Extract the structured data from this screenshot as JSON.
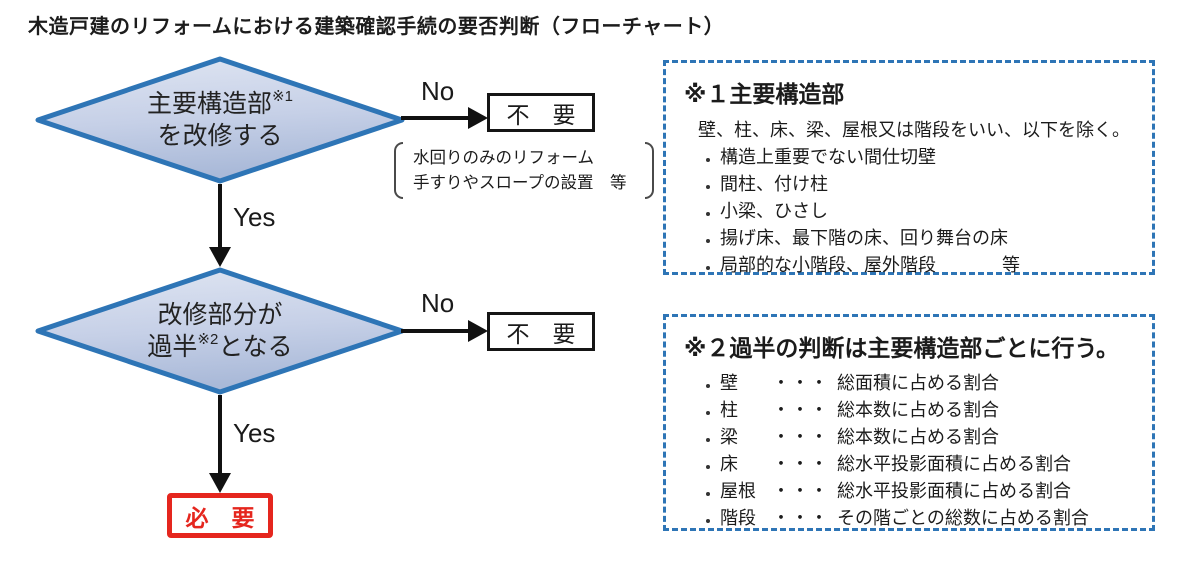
{
  "title": "木造戸建のリフォームにおける建築確認手続の要否判断（フローチャート）",
  "colors": {
    "accent_blue": "#2E75B6",
    "result_red": "#E5261E"
  },
  "flowchart": {
    "decision1": {
      "line1": "主要構造部",
      "sup": "※1",
      "line2": "を改修する"
    },
    "decision2": {
      "line1": "改修部分が",
      "line2_pre": "過半",
      "sup": "※2",
      "line2_post": "となる"
    },
    "no1": "No",
    "yes1": "Yes",
    "no2": "No",
    "yes2": "Yes",
    "not_required1": "不　要",
    "not_required2": "不　要",
    "required": "必　要",
    "exception_note": {
      "line1": "水回りのみのリフォーム",
      "line2": "手すりやスロープの設置　等"
    }
  },
  "note1": {
    "title": "※１主要構造部",
    "intro": "壁、柱、床、梁、屋根又は階段をいい、以下を除く。",
    "bullets": [
      "構造上重要でない間仕切壁",
      "間柱、付け柱",
      "小梁、ひさし",
      "揚げ床、最下階の床、回り舞台の床",
      "局部的な小階段、屋外階段"
    ],
    "etc_label": "等"
  },
  "note2": {
    "title": "※２過半の判断は主要構造部ごとに行う。",
    "items": [
      {
        "term": "壁",
        "dots": "・・・",
        "desc": "総面積に占める割合"
      },
      {
        "term": "柱",
        "dots": "・・・",
        "desc": "総本数に占める割合"
      },
      {
        "term": "梁",
        "dots": "・・・",
        "desc": "総本数に占める割合"
      },
      {
        "term": "床",
        "dots": "・・・",
        "desc": "総水平投影面積に占める割合"
      },
      {
        "term": "屋根",
        "dots": "・・・",
        "desc": "総水平投影面積に占める割合"
      },
      {
        "term": "階段",
        "dots": "・・・",
        "desc": "その階ごとの総数に占める割合"
      }
    ]
  }
}
